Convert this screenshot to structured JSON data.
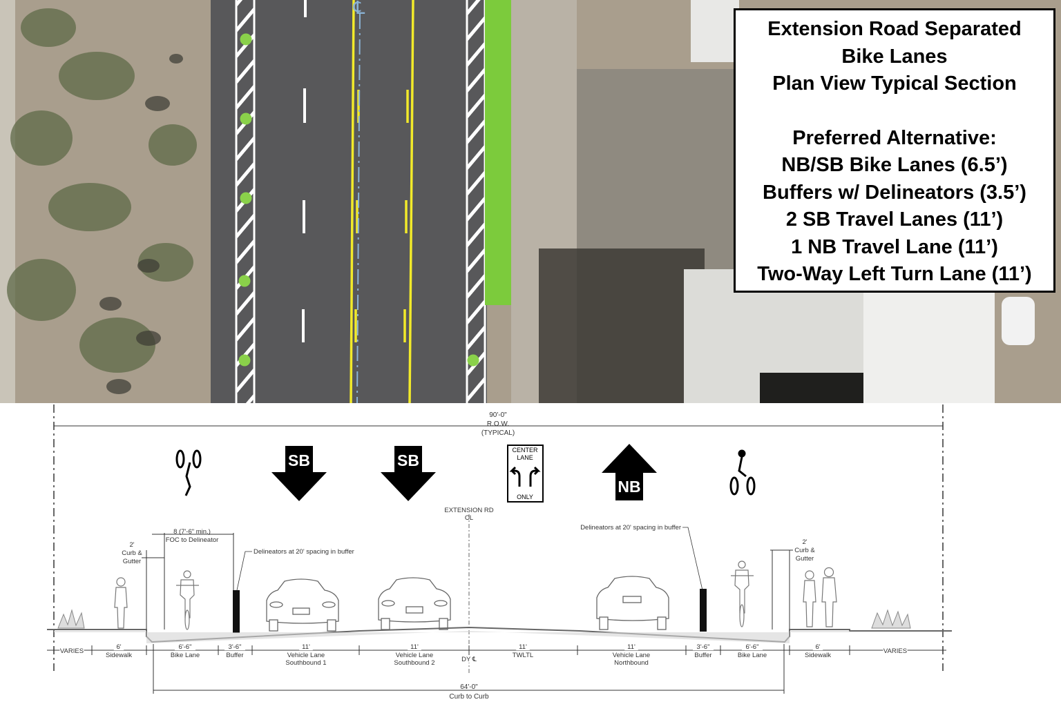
{
  "title_box": {
    "title_lines": [
      "Extension Road Separated",
      "Bike Lanes",
      "Plan View Typical Section"
    ],
    "alt_lines": [
      "Preferred Alternative:",
      "NB/SB Bike Lanes (6.5’)",
      "Buffers w/ Delineators (3.5’)",
      "2 SB Travel Lanes (11’)",
      "1 NB Travel Lane (11’)",
      "Two-Way Left Turn Lane (11’)"
    ]
  },
  "plan": {
    "centerline_symbol": "℄"
  },
  "section": {
    "row_dim": {
      "value": "90'-0\"",
      "line1": "R.O.W.",
      "line2": "(TYPICAL)"
    },
    "curb_dim": {
      "value": "64'-0\"",
      "label": "Curb to Curb"
    },
    "centerline_label": {
      "line1": "EXTENSION RD",
      "line2": "CL"
    },
    "foc_dim": {
      "line1": "8 (7'-6\" min.)",
      "line2": "FOC to Delineator"
    },
    "curb_gutter_left": {
      "value": "2'",
      "line1": "Curb &",
      "line2": "Gutter"
    },
    "curb_gutter_right": {
      "value": "2'",
      "line1": "Curb &",
      "line2": "Gutter"
    },
    "delineator_note_left": "Delineators at 20' spacing in buffer",
    "delineator_note_right": "Delineators at 20' spacing in buffer",
    "sign_sb_1": "SB",
    "sign_sb_2": "SB",
    "sign_nb": "NB",
    "sign_center": {
      "line1": "CENTER",
      "line2": "LANE",
      "line3": "ONLY"
    },
    "segments": [
      {
        "value": "",
        "line1": "VARIES",
        "line2": ""
      },
      {
        "value": "6'",
        "line1": "Sidewalk",
        "line2": ""
      },
      {
        "value": "6'-6\"",
        "line1": "Bike Lane",
        "line2": ""
      },
      {
        "value": "3'-6\"",
        "line1": "Buffer",
        "line2": ""
      },
      {
        "value": "11'",
        "line1": "Vehicle Lane",
        "line2": "Southbound 1"
      },
      {
        "value": "11'",
        "line1": "Vehicle Lane",
        "line2": "Southbound 2"
      },
      {
        "value": "",
        "line1": "DY ℄",
        "line2": ""
      },
      {
        "value": "11'",
        "line1": "TWLTL",
        "line2": ""
      },
      {
        "value": "11'",
        "line1": "Vehicle Lane",
        "line2": "Northbound"
      },
      {
        "value": "3'-6\"",
        "line1": "Buffer",
        "line2": ""
      },
      {
        "value": "6'-6\"",
        "line1": "Bike Lane",
        "line2": ""
      },
      {
        "value": "6'",
        "line1": "Sidewalk",
        "line2": ""
      },
      {
        "value": "",
        "line1": "VARIES",
        "line2": ""
      }
    ]
  },
  "colors": {
    "asphalt": "#58585a",
    "bike_green": "#7ccb3c",
    "delineator_green": "#8ad14a",
    "centerline_yellow": "#f2ea2a",
    "aerial_ground": "#a99e8d"
  }
}
